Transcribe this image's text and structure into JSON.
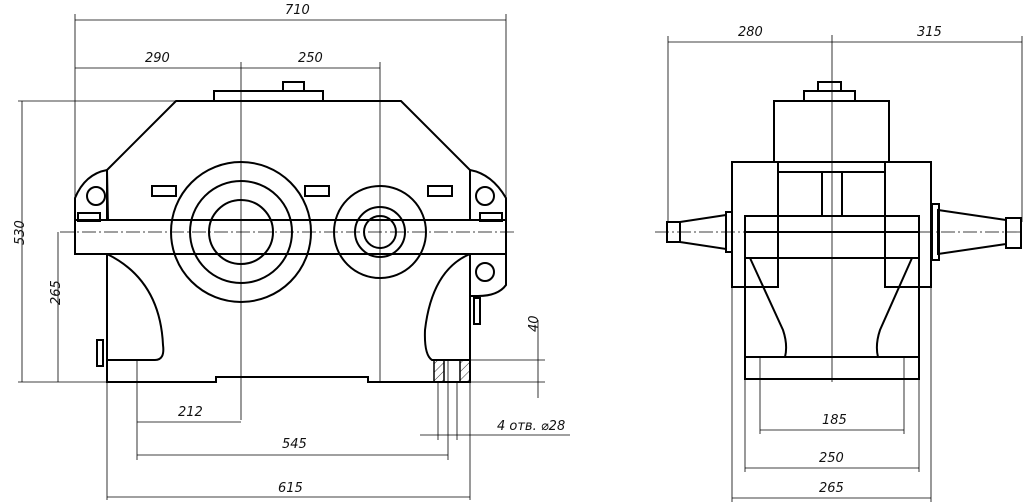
{
  "drawing": {
    "title": "Two-stage gear reducer assembly drawing",
    "front_view": {
      "dimensions": {
        "overall_length": "710",
        "shaft_offset_left": "290",
        "center_distance": "250",
        "overall_height": "530",
        "shaft_axis_height": "265",
        "foot_thickness": "40",
        "hole_to_shaft": "212",
        "bolt_spacing": "545",
        "base_length": "615",
        "holes_note": "4 отв. ⌀28"
      }
    },
    "side_view": {
      "dimensions": {
        "left_shaft_extent": "280",
        "right_shaft_extent": "315",
        "bolt_spacing_width": "185",
        "base_width": "250",
        "overall_width": "265"
      }
    },
    "colors": {
      "line": "#000000",
      "background": "#ffffff"
    }
  }
}
